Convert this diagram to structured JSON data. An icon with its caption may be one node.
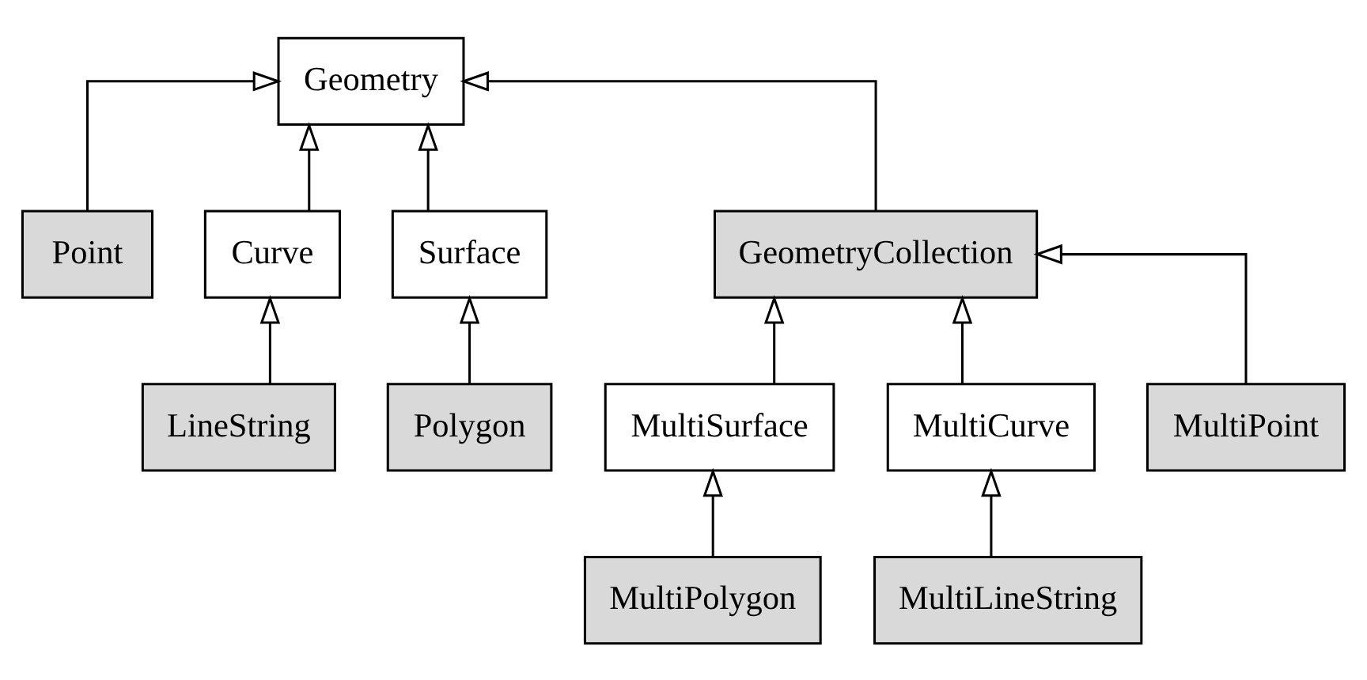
{
  "diagram": {
    "nodes": [
      {
        "text": [
          "Geometry"
        ]
      },
      {
        "text": [
          "Point"
        ]
      },
      {
        "text": [
          "Curve"
        ]
      },
      {
        "text": [
          "Surface"
        ]
      },
      {
        "text": [
          "GeometryCollection"
        ]
      },
      {
        "text": [
          "LineString"
        ]
      },
      {
        "text": [
          "Polygon"
        ]
      },
      {
        "text": [
          "MultiSurface"
        ]
      },
      {
        "text": [
          "MultiCurve"
        ]
      },
      {
        "text": [
          "MultiPoint"
        ]
      },
      {
        "text": [
          "MultiPolygon"
        ]
      },
      {
        "text": [
          "MultiLineString"
        ]
      }
    ],
    "edges": [
      {
        "from": 1,
        "to": 0,
        "arrow": "to"
      },
      {
        "from": 2,
        "to": 0,
        "arrow": "to"
      },
      {
        "from": 3,
        "to": 0,
        "arrow": "to"
      },
      {
        "from": 4,
        "to": 0,
        "arrow": "to"
      },
      {
        "from": 5,
        "to": 2,
        "arrow": "to"
      },
      {
        "from": 6,
        "to": 3,
        "arrow": "to"
      },
      {
        "from": 7,
        "to": 4,
        "arrow": "to"
      },
      {
        "from": 8,
        "to": 4,
        "arrow": "to"
      },
      {
        "from": 9,
        "to": 4,
        "arrow": "to"
      },
      {
        "from": 10,
        "to": 7,
        "arrow": "to"
      },
      {
        "from": 11,
        "to": 8,
        "arrow": "to"
      }
    ]
  }
}
